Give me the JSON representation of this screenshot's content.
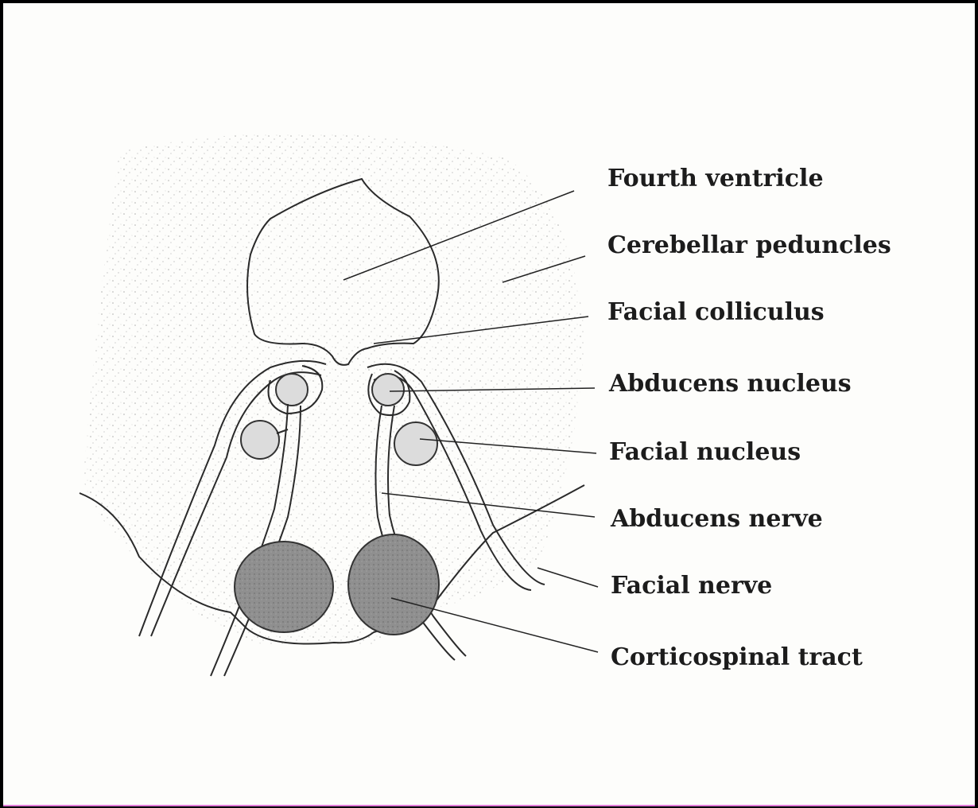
{
  "diagram": {
    "labels": [
      {
        "id": "fourth-ventricle",
        "text": "Fourth ventricle"
      },
      {
        "id": "cerebellar-peduncles",
        "text": "Cerebellar peduncles"
      },
      {
        "id": "facial-colliculus",
        "text": "Facial colliculus"
      },
      {
        "id": "abducens-nucleus",
        "text": "Abducens nucleus"
      },
      {
        "id": "facial-nucleus",
        "text": "Facial nucleus"
      },
      {
        "id": "abducens-nerve",
        "text": "Abducens nerve"
      },
      {
        "id": "facial-nerve",
        "text": "Facial nerve"
      },
      {
        "id": "corticospinal-tract",
        "text": "Corticospinal tract"
      }
    ]
  }
}
